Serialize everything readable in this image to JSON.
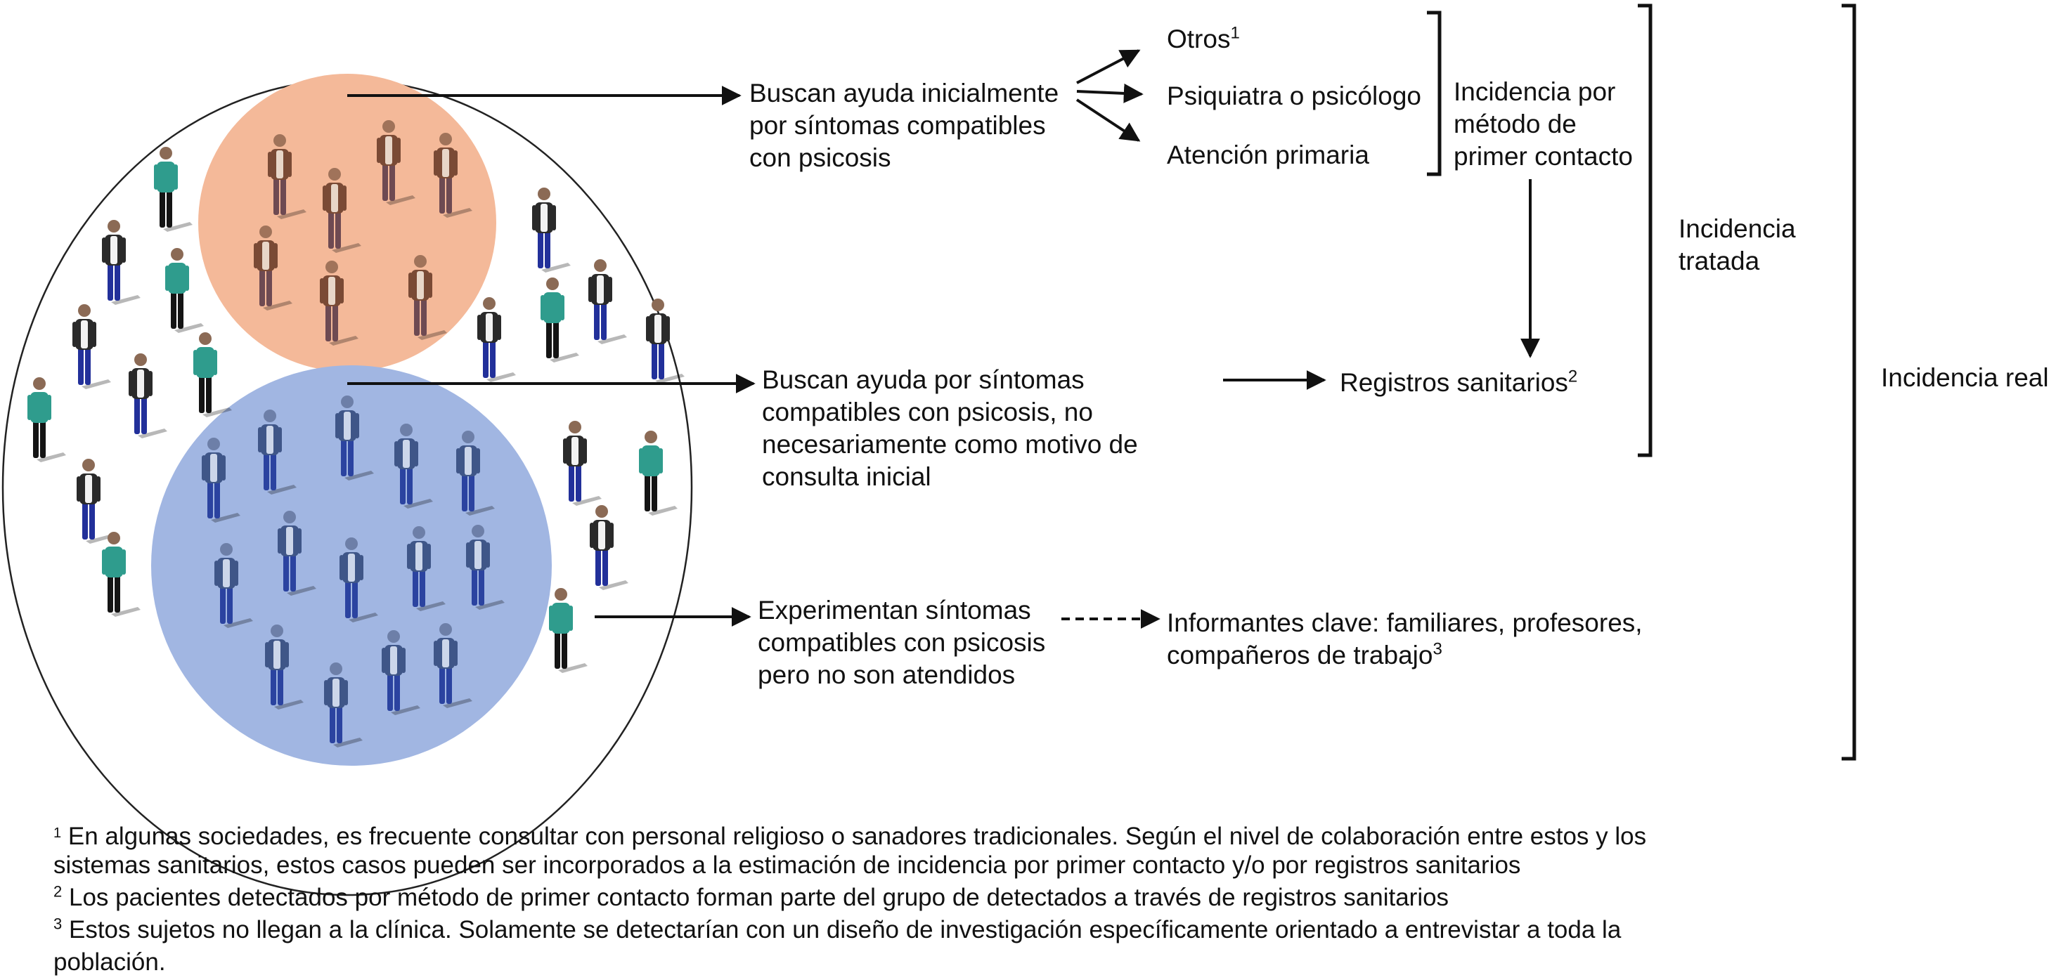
{
  "colors": {
    "orange_circle": "#f4b999",
    "blue_circle": "#a1b6e2",
    "text": "#111111"
  },
  "groups": {
    "help_initial": [
      "Buscan ayuda inicialmente",
      "por síntomas compatibles",
      "con psicosis"
    ],
    "help_not_initial": [
      "Buscan ayuda por síntomas",
      "compatibles con psicosis, no",
      "necesariamente como motivo de",
      "consulta inicial"
    ],
    "not_attended": [
      "Experimentan síntomas",
      "compatibles con psicosis",
      "pero no son atendidos"
    ]
  },
  "destinations": {
    "otros": "Otros",
    "otros_sup": "1",
    "psiquiatra": "Psiquiatra o psicólogo",
    "atencion": "Atención primaria",
    "registros": "Registros sanitarios",
    "registros_sup": "2",
    "informantes_line1": "Informantes clave: familiares, profesores,",
    "informantes_line2": "compañeros de trabajo",
    "informantes_sup": "3"
  },
  "brackets": {
    "primer_contacto": [
      "Incidencia por",
      "método de",
      "primer contacto"
    ],
    "tratada": [
      "Incidencia",
      "tratada"
    ],
    "real": "Incidencia real"
  },
  "footnotes": {
    "n1": "1",
    "f1_line1": "En algunas sociedades, es frecuente consultar con personal religioso o sanadores tradicionales. Según el nivel de colaboración entre estos y los",
    "f1_line2": "sistemas sanitarios, estos casos pueden ser incorporados a la estimación de incidencia por primer contacto y/o por registros sanitarios",
    "n2": "2",
    "f2": "Los pacientes detectados por método de primer contacto forman parte del grupo de detectados a través de registros sanitarios",
    "n3": "3",
    "f3_line1": "Estos sujetos no llegan a la clínica. Solamente se detectarían con un diseño de investigación específicamente orientado a entrevistar a toda la",
    "f3_line2": "población."
  }
}
